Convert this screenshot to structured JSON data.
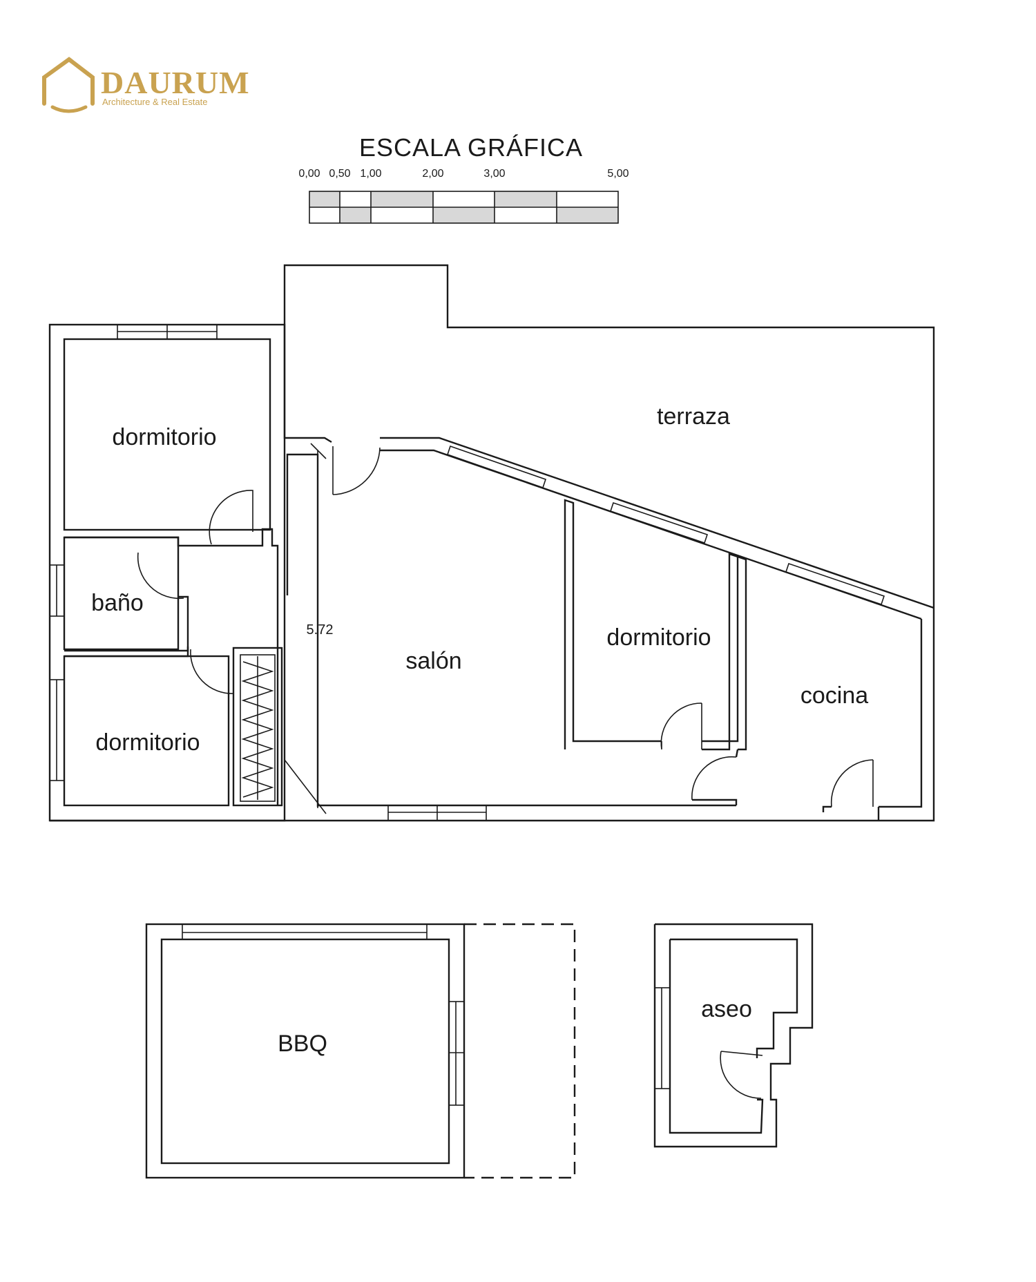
{
  "logo": {
    "brand": "DAURUM",
    "tagline": "Architecture & Real Estate",
    "color": "#c9a250"
  },
  "scale": {
    "title": "ESCALA GRÁFICA",
    "ticks": [
      "0,00",
      "0,50",
      "1,00",
      "2,00",
      "3,00",
      "5,00"
    ],
    "fill_color": "#d8d8d8"
  },
  "rooms": {
    "dormitorio_1": "dormitorio",
    "bano": "baño",
    "dormitorio_2": "dormitorio",
    "salon": "salón",
    "terraza": "terraza",
    "dormitorio_3": "dormitorio",
    "cocina": "cocina",
    "bbq": "BBQ",
    "aseo": "aseo"
  },
  "dimension": "5.72"
}
